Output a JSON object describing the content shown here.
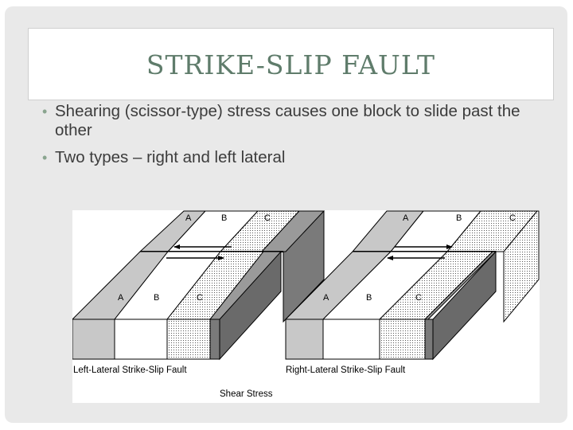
{
  "slide": {
    "title": "STRIKE-SLIP FAULT",
    "bullets": [
      "Shearing (scissor-type) stress causes one block to slide past the other",
      "Two types – right and left lateral"
    ]
  },
  "figure": {
    "left_label": "Left-Lateral Strike-Slip Fault",
    "right_label": "Right-Lateral Strike-Slip Fault",
    "caption": "Shear Stress",
    "strips": [
      "A",
      "B",
      "C"
    ]
  }
}
